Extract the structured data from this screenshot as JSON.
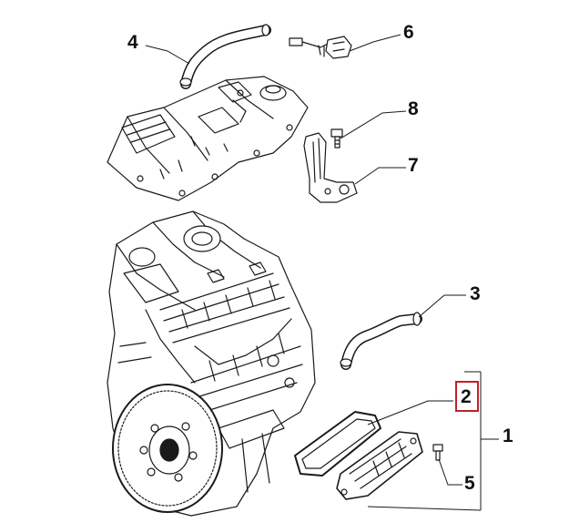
{
  "diagram": {
    "callouts": [
      {
        "id": "label-1",
        "text": "1"
      },
      {
        "id": "label-2",
        "text": "2"
      },
      {
        "id": "label-3",
        "text": "3"
      },
      {
        "id": "label-4",
        "text": "4"
      },
      {
        "id": "label-5",
        "text": "5"
      },
      {
        "id": "label-6",
        "text": "6"
      },
      {
        "id": "label-7",
        "text": "7"
      },
      {
        "id": "label-8",
        "text": "8"
      }
    ],
    "highlighted_callout": "2",
    "highlight_color": "#c0202a"
  }
}
